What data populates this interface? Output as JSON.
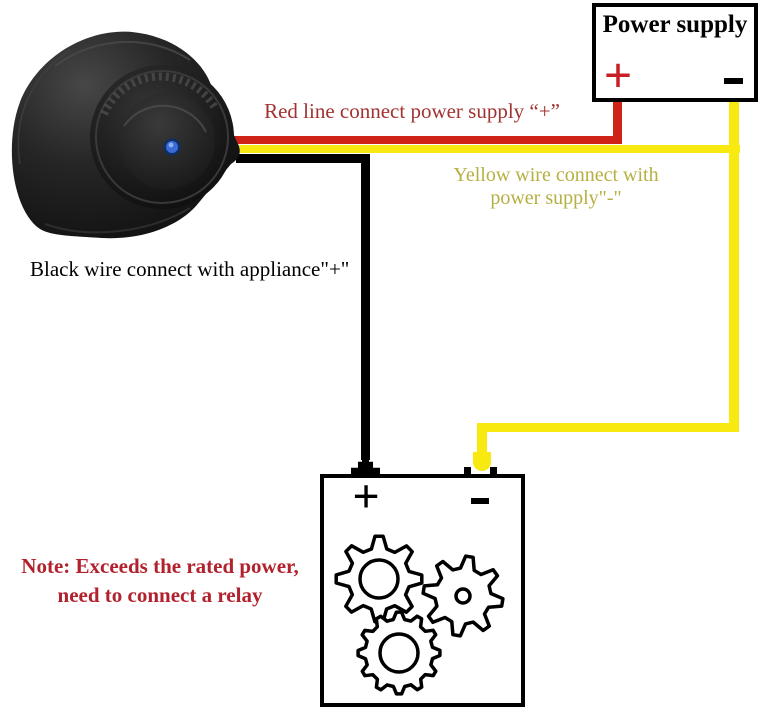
{
  "power_supply": {
    "title": "Power supply",
    "plus": "+",
    "minus": "-"
  },
  "appliance": {
    "plus": "+",
    "minus": "-"
  },
  "labels": {
    "red_wire": "Red line connect power supply “+”",
    "yellow_wire_line1": "Yellow wire connect with",
    "yellow_wire_line2": "power supply\"-\"",
    "black_wire": "Black wire connect with appliance\"+\"",
    "note_line1": "Note: Exceeds the rated power,",
    "note_line2": "need to connect a relay"
  },
  "colors": {
    "red_wire": "#cf2318",
    "yellow_wire": "#f8e911",
    "black_wire": "#000000",
    "red_label_text": "#a23232",
    "yellow_label_text": "#b6b043",
    "note_text": "#b2222e",
    "ps_plus": "#c81f25",
    "switch_led": "#3b6bd6"
  },
  "icons": {
    "switch": "rocker-switch-photo-icon",
    "gears": "gears-icon"
  }
}
